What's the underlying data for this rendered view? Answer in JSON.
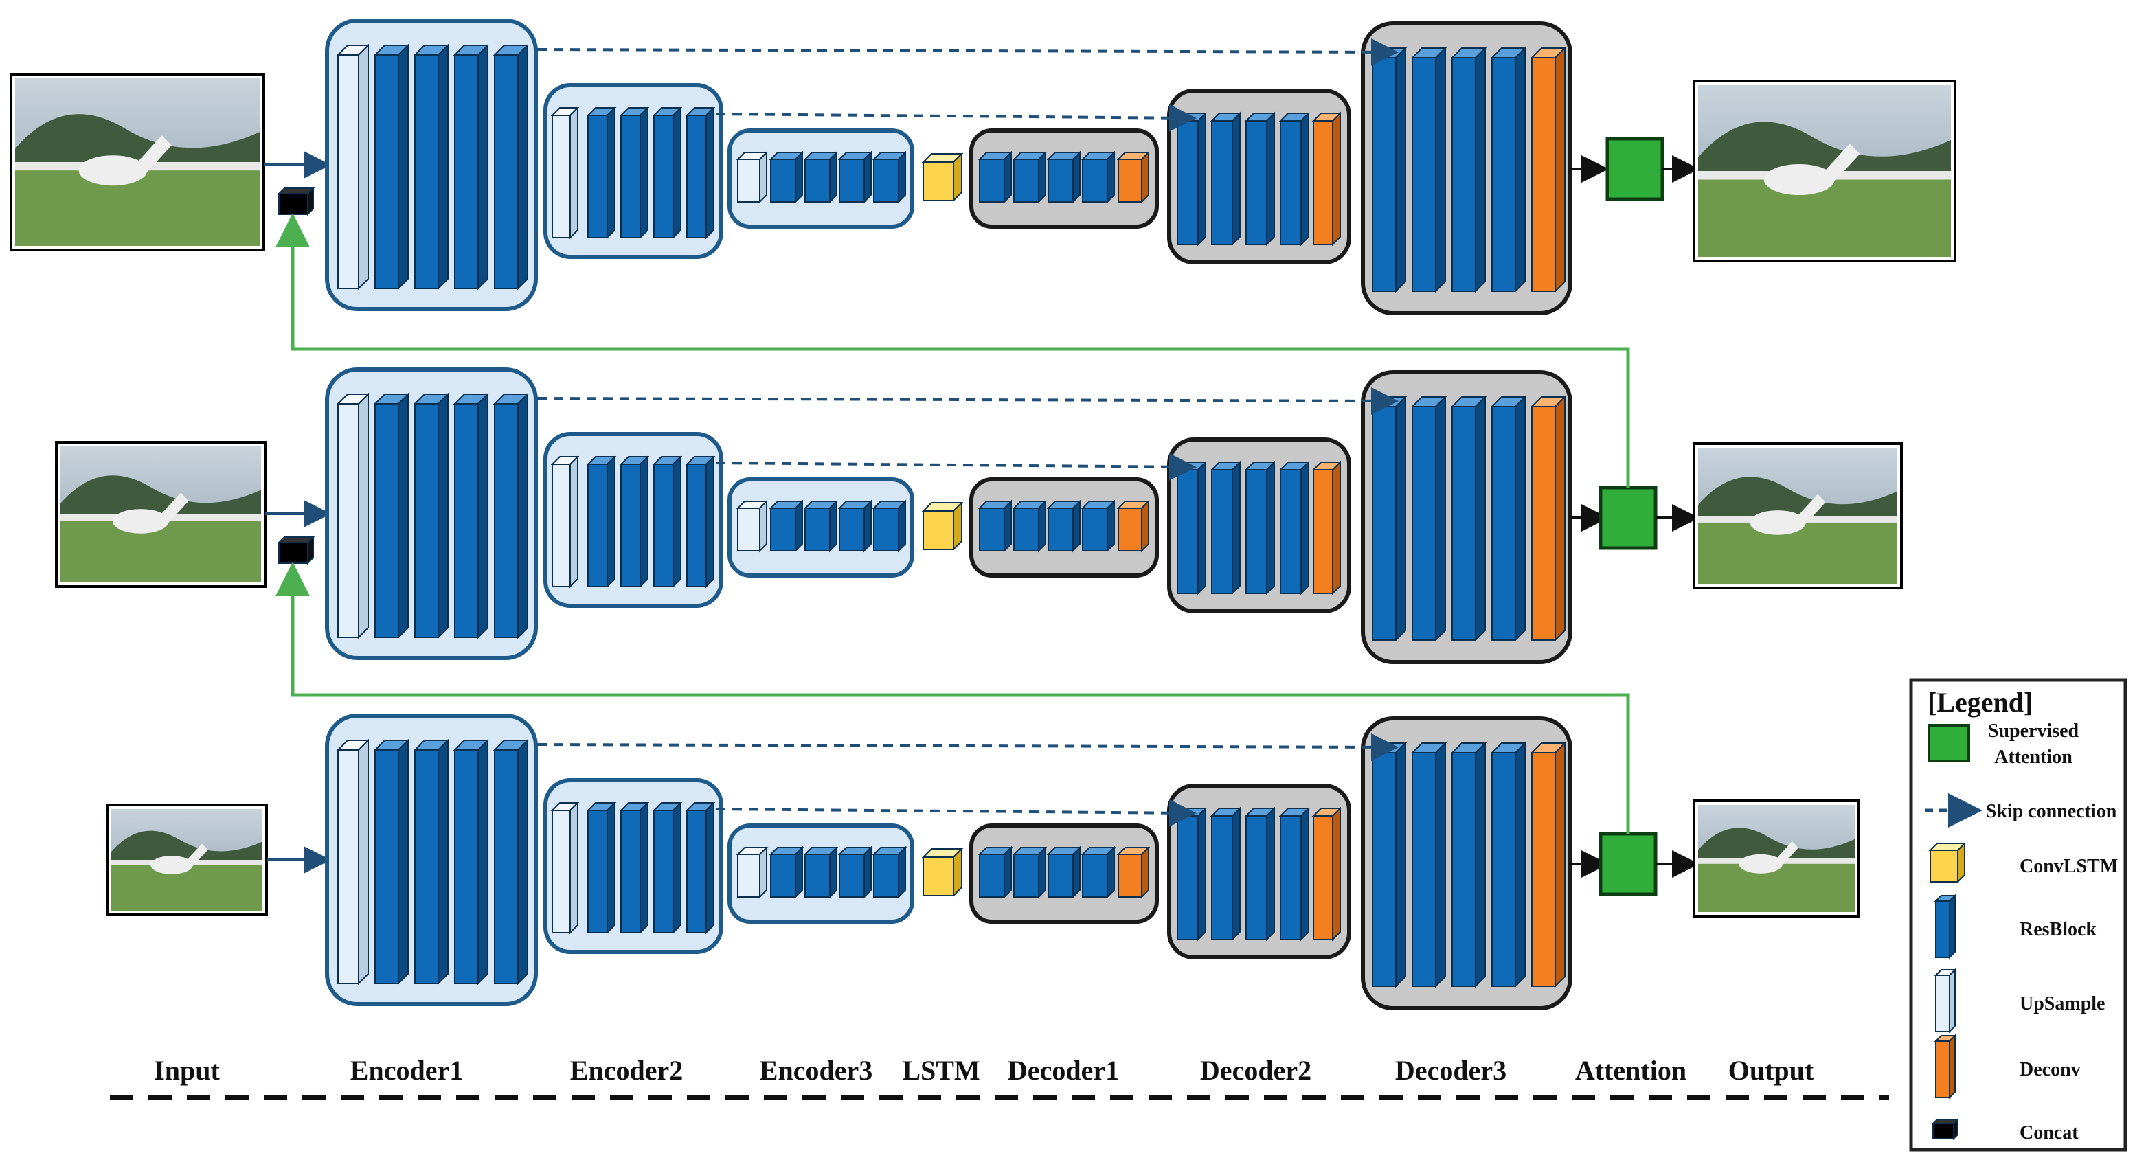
{
  "stage_labels": [
    "Input",
    "Encoder1",
    "Encoder2",
    "Encoder3",
    "LSTM",
    "Decoder1",
    "Decoder2",
    "Decoder3",
    "Attention",
    "Output"
  ],
  "legend": {
    "title": "[Legend]",
    "items": [
      {
        "key": "attention",
        "lines": [
          "Supervised",
          "Attention"
        ]
      },
      {
        "key": "skip",
        "lines": [
          "Skip connection"
        ]
      },
      {
        "key": "convlstm",
        "lines": [
          "ConvLSTM"
        ]
      },
      {
        "key": "resblock",
        "lines": [
          "ResBlock"
        ]
      },
      {
        "key": "upsample",
        "lines": [
          "UpSample"
        ]
      },
      {
        "key": "deconv",
        "lines": [
          "Deconv"
        ]
      },
      {
        "key": "concat",
        "lines": [
          "Concat"
        ]
      }
    ]
  },
  "colors": {
    "resblock": "#0f6bb8",
    "resblock_top": "#5aa0dd",
    "resblock_side": "#0a4a80",
    "upsample": "#e4f0fa",
    "encoder_bg": "#d9e8f6",
    "encoder_border": "#1f5b8a",
    "decoder_bg": "#c8c8c8",
    "decoder_border": "#1a1a1a",
    "deconv": "#f47f20",
    "convlstm": "#fdd44c",
    "attention": "#2fae3a",
    "feedback": "#4caf50",
    "skip": "#1f4e79",
    "concat": "#000000"
  },
  "levels": [
    "top",
    "middle",
    "bottom"
  ]
}
